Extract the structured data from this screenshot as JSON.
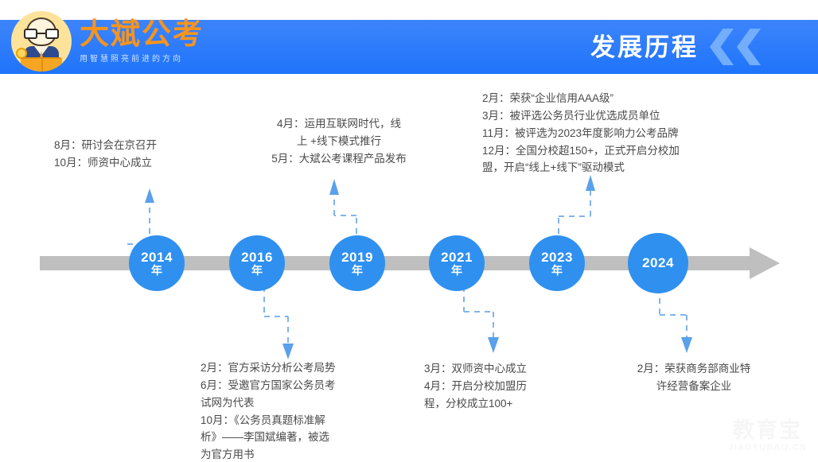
{
  "header": {
    "logo_main": "大斌公考",
    "logo_sub": "用智慧照亮前进的方向",
    "title": "发展历程",
    "chevron_icon": "double-chevron-left-icon",
    "brand_blue": "#2f7efb",
    "brand_orange": "#f7941d"
  },
  "timeline": {
    "axis_color": "#bfbfbf",
    "node_color": "#2f90f0",
    "connector_color": "#7fb4ee",
    "nodes": [
      {
        "year": "2014",
        "unit": "年"
      },
      {
        "year": "2016",
        "unit": "年"
      },
      {
        "year": "2019",
        "unit": "年"
      },
      {
        "year": "2021",
        "unit": "年"
      },
      {
        "year": "2023",
        "unit": "年"
      },
      {
        "year": "2024",
        "unit": ""
      }
    ],
    "events": [
      {
        "node": "2014",
        "position": "above",
        "text": "8月：研讨会在京召开\n10月：师资中心成立"
      },
      {
        "node": "2016",
        "position": "below",
        "text": "2月：官方采访分析公考局势\n6月：受邀官方国家公务员考\n试网为代表\n10月：《公务员真题标准解\n析》——李国斌编著，被选\n为官方用书"
      },
      {
        "node": "2019",
        "position": "above",
        "text": "4月：运用互联网时代，线\n上 +线下模式推行\n5月：大斌公考课程产品发布"
      },
      {
        "node": "2021",
        "position": "below",
        "text": "3月：双师资中心成立\n4月：开启分校加盟历\n程，分校成立100+"
      },
      {
        "node": "2023",
        "position": "above",
        "text": "2月：荣获“企业信用AAA级”\n3月：被评选公务员行业优选成员单位\n11月：被评选为2023年度影响力公考品牌\n12月：全国分校超150+，正式开启分校加\n盟，开启“线上+线下”驱动模式"
      },
      {
        "node": "2024",
        "position": "below",
        "text": "2月：荣获商务部商业特\n许经营备案企业"
      }
    ]
  },
  "watermark": {
    "cn": "教育宝",
    "en": "JIAOYUBAO.CN"
  }
}
